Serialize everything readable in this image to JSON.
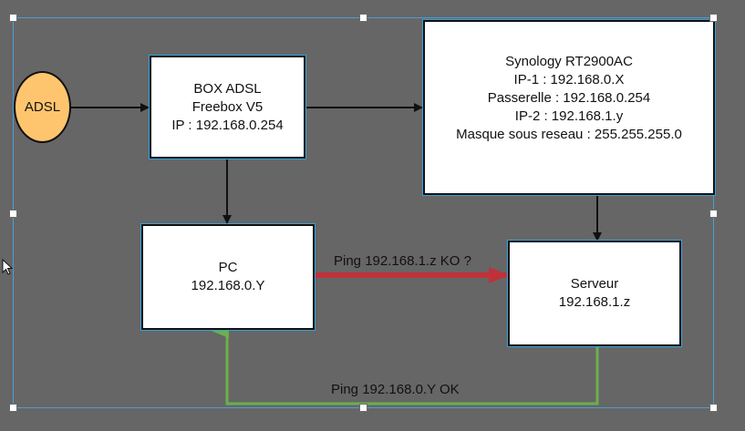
{
  "colors": {
    "background": "#666666",
    "selection": "#4a9fd4",
    "adsl_fill": "#ffc56e",
    "arrow_default": "#111111",
    "arrow_fail": "#c0313a",
    "arrow_ok": "#6ab04c"
  },
  "nodes": {
    "adsl": {
      "label": "ADSL"
    },
    "box": {
      "lines": [
        "BOX ADSL",
        "Freebox V5",
        "IP : 192.168.0.254"
      ]
    },
    "synology": {
      "lines": [
        "Synology RT2900AC",
        "IP-1 : 192.168.0.X",
        "Passerelle : 192.168.0.254",
        "IP-2 : 192.168.1.y",
        "Masque sous reseau : 255.255.255.0"
      ]
    },
    "pc": {
      "lines": [
        "PC",
        "192.168.0.Y"
      ]
    },
    "serveur": {
      "lines": [
        "Serveur",
        "192.168.1.z"
      ]
    }
  },
  "edges": {
    "ping_ko": {
      "label": "Ping 192.168.1.z KO ?"
    },
    "ping_ok": {
      "label": "Ping 192.168.0.Y OK"
    }
  },
  "icons": {
    "cursor": "mouse-pointer-icon"
  }
}
